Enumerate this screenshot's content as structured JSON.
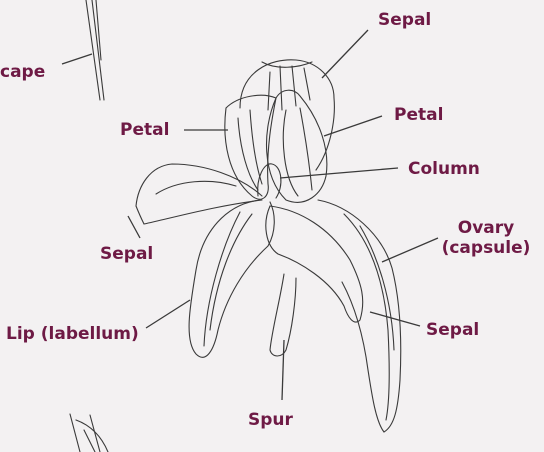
{
  "colors": {
    "label": "#6e1a45",
    "ink": "#3a3a3a",
    "background": "#f3f1f2"
  },
  "labels": {
    "scape": "cape",
    "sepal_top": "Sepal",
    "petal_left": "Petal",
    "petal_right": "Petal",
    "column": "Column",
    "sepal_left": "Sepal",
    "ovary_line1": "Ovary",
    "ovary_line2": "(capsule)",
    "lip": "Lip (labellum)",
    "sepal_bottom": "Sepal",
    "spur": "Spur"
  }
}
